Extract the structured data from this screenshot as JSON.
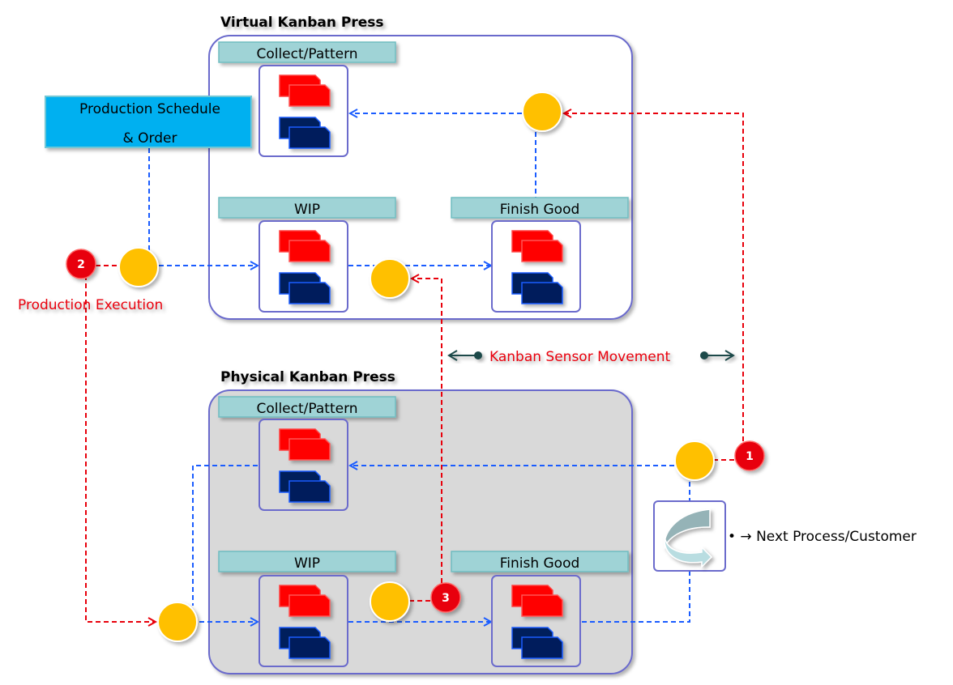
{
  "virtual_press": {
    "title": "Virtual Kanban Press",
    "collect_label": "Collect/Pattern",
    "wip_label": "WIP",
    "finish_label": "Finish Good"
  },
  "physical_press": {
    "title": "Physical Kanban Press",
    "collect_label": "Collect/Pattern",
    "wip_label": "WIP",
    "finish_label": "Finish Good"
  },
  "schedule_box": {
    "line1": "Production Schedule",
    "line2": "& Order"
  },
  "production_execution": "Production Execution",
  "sensor_movement": "Kanban Sensor Movement",
  "next_process": "•  → Next Process/Customer",
  "markers": [
    {
      "number": "1"
    },
    {
      "number": "2"
    },
    {
      "number": "3"
    }
  ],
  "colors": {
    "box_fill": "#00b0f0",
    "header_fill": "#9fd3d6",
    "node_fill": "#ffc000",
    "marker_fill": "#e8000b",
    "panel_border": "#6b6bcc",
    "physical_fill": "#d9d9d9",
    "flow_blue": "#1a5cff",
    "flow_red": "#e8000b",
    "card_red": "#ff0000",
    "card_navy": "#001f5c"
  }
}
